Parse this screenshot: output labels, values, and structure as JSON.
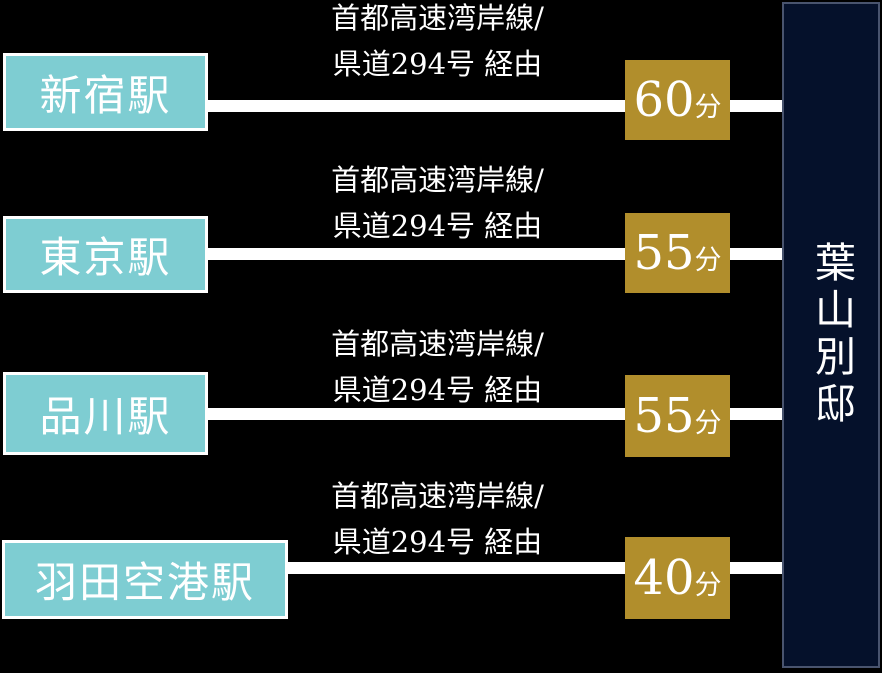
{
  "title": "access-times-diagram",
  "destination": {
    "label": "葉山別邸"
  },
  "routes": [
    {
      "station": "新宿駅",
      "via_line1": "首都高速湾岸線/",
      "via_line2": "県道294号 経由",
      "duration_value": "60",
      "duration_unit": "分"
    },
    {
      "station": "東京駅",
      "via_line1": "首都高速湾岸線/",
      "via_line2": "県道294号 経由",
      "duration_value": "55",
      "duration_unit": "分"
    },
    {
      "station": "品川駅",
      "via_line1": "首都高速湾岸線/",
      "via_line2": "県道294号 経由",
      "duration_value": "55",
      "duration_unit": "分"
    },
    {
      "station": "羽田空港駅",
      "via_line1": "首都高速湾岸線/",
      "via_line2": "県道294号 経由",
      "duration_value": "40",
      "duration_unit": "分"
    }
  ],
  "colors": {
    "background": "#000000",
    "station_box": "#7ecdd2",
    "station_box_border": "#ffffff",
    "time_box": "#b18e2c",
    "destination_panel": "#05112b",
    "destination_panel_border": "#49546e",
    "connector_line": "#ffffff",
    "text": "#ffffff"
  }
}
